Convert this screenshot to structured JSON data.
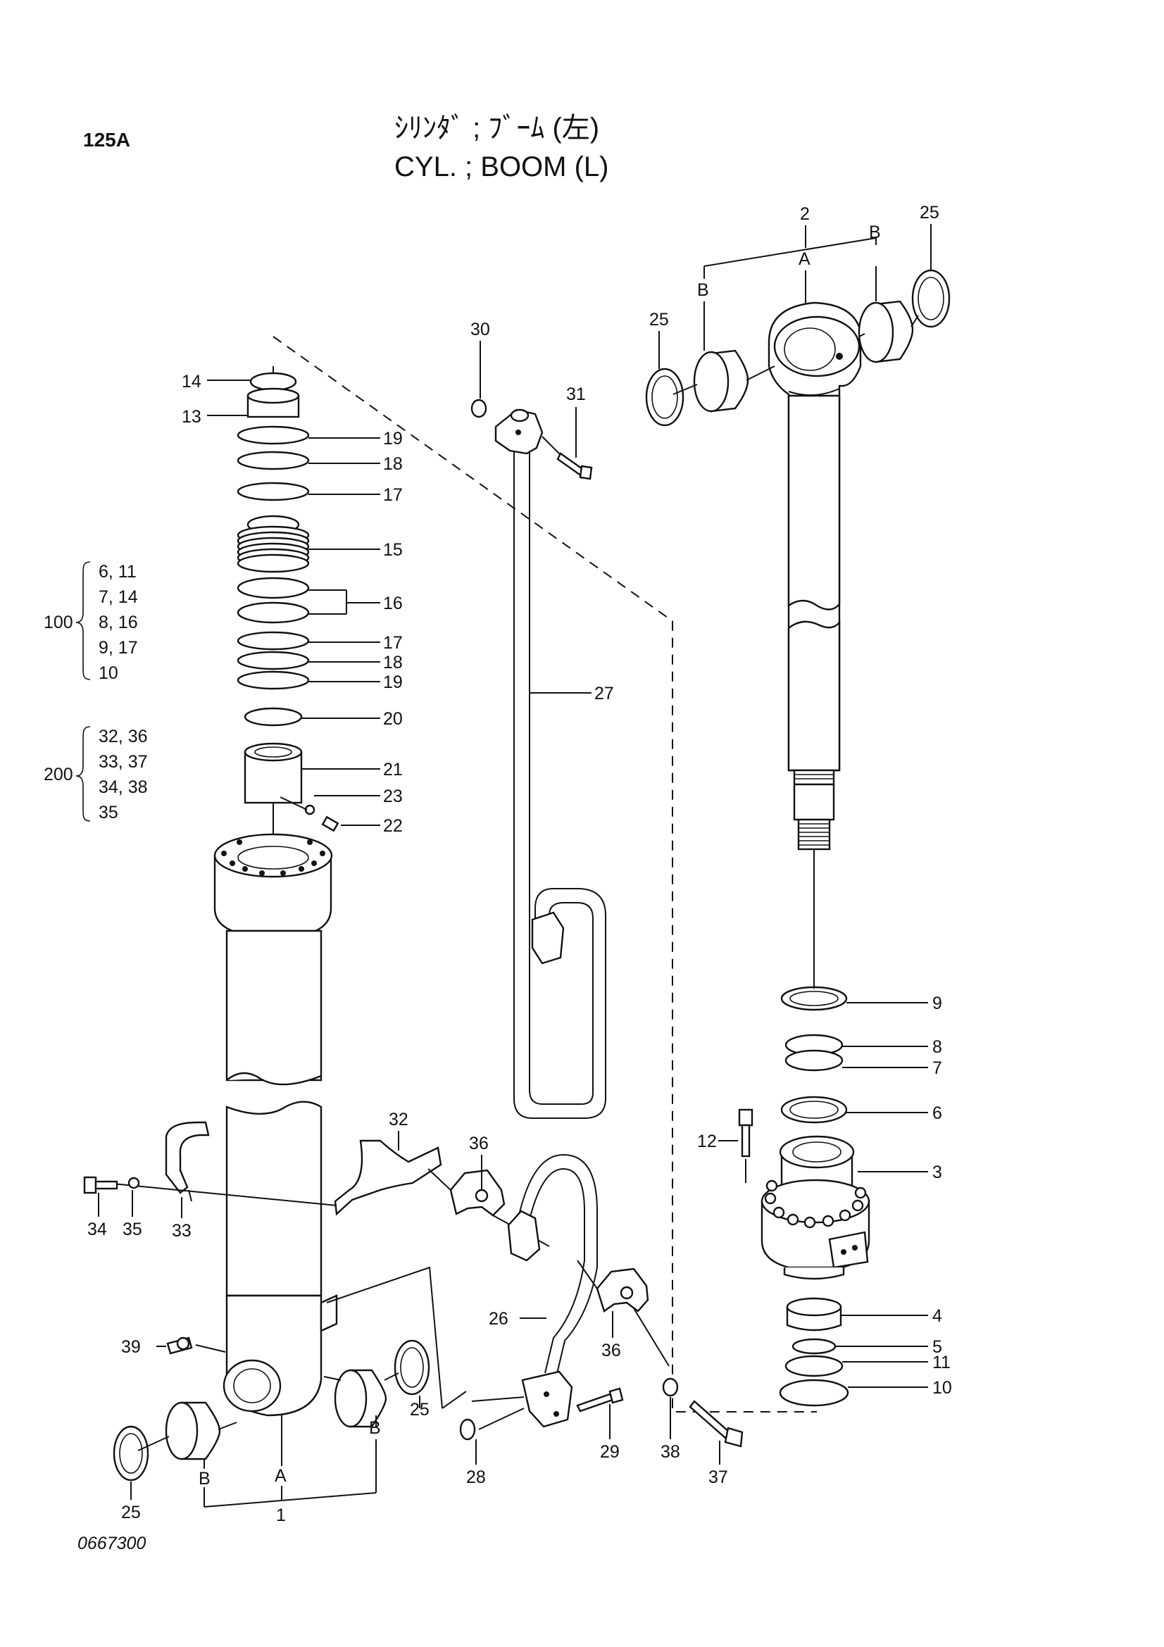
{
  "header": {
    "page_code": "125A",
    "title_jp": "ｼﾘﾝﾀﾞ ; ﾌﾞｰﾑ (左)",
    "title_en": "CYL. ; BOOM (L)"
  },
  "reference_number": "0667300",
  "kits": [
    {
      "label": "100",
      "entries": [
        "6, 11",
        "7, 14",
        "8, 16",
        "9, 17",
        "10"
      ]
    },
    {
      "label": "200",
      "entries": [
        "32, 36",
        "33, 37",
        "34, 38",
        "35"
      ]
    }
  ],
  "callouts": {
    "c14": "14",
    "c13": "13",
    "c19a": "19",
    "c18a": "18",
    "c17a": "17",
    "c15": "15",
    "c16": "16",
    "c17b": "17",
    "c18b": "18",
    "c19b": "19",
    "c20": "20",
    "c21": "21",
    "c23": "23",
    "c22": "22",
    "c30": "30",
    "c31": "31",
    "c27": "27",
    "c2": "2",
    "c2A": "A",
    "c2B_left": "B",
    "c2B_right": "B",
    "c25_tr": "25",
    "c25_tl": "25",
    "c9": "9",
    "c8": "8",
    "c7": "7",
    "c6": "6",
    "c12": "12",
    "c3": "3",
    "c4": "4",
    "c5": "5",
    "c11": "11",
    "c10": "10",
    "c32": "32",
    "c36a": "36",
    "c36b": "36",
    "c34": "34",
    "c35": "35",
    "c33": "33",
    "c26": "26",
    "c39": "39",
    "c29": "29",
    "c38": "38",
    "c37": "37",
    "c28": "28",
    "c25_ml": "25",
    "c25_bl": "25",
    "c1": "1",
    "c1A": "A",
    "c1B_left": "B",
    "c1B_right": "B"
  }
}
